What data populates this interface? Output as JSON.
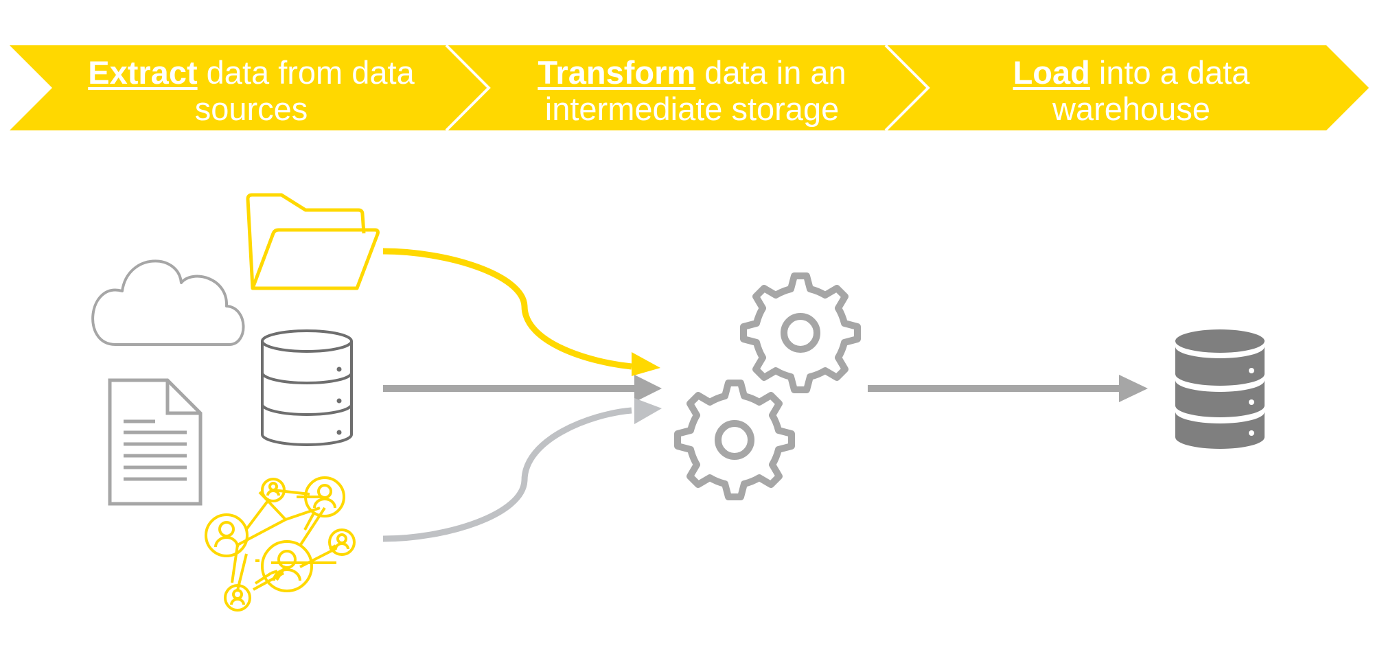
{
  "colors": {
    "accent_yellow": "#FFD800",
    "arrow_gray": "#A6A6A6",
    "arrow_light_gray": "#BFC1C4",
    "database_dark": "#7F7F7F",
    "icon_outline_dark": "#6E6E6E",
    "white": "#FFFFFF"
  },
  "steps": [
    {
      "keyword": "Extract",
      "rest": " data from data sources"
    },
    {
      "keyword": "Transform",
      "rest": " data in an intermediate storage"
    },
    {
      "keyword": "Load",
      "rest": " into a data warehouse"
    }
  ],
  "sources": {
    "icons": [
      "folder-icon",
      "cloud-icon",
      "database-icon",
      "document-icon",
      "social-network-icon"
    ]
  },
  "process": {
    "icons": [
      "gears-icon"
    ]
  },
  "target": {
    "icons": [
      "data-warehouse-icon"
    ]
  }
}
